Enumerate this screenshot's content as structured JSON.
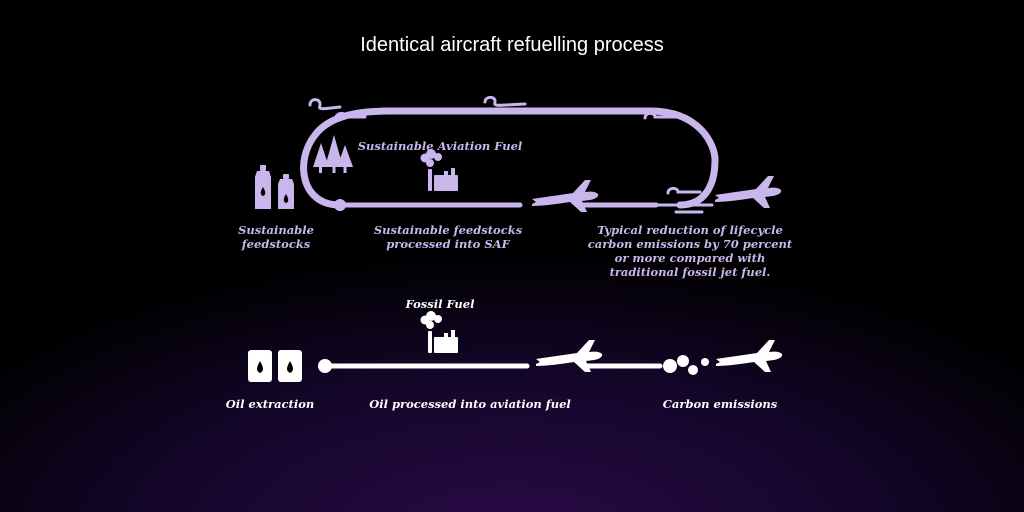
{
  "title": "Identical aircraft refuelling process",
  "colors": {
    "saf": "#c9b6ec",
    "fossil": "#ffffff",
    "background": "#000000",
    "glow": "#2a0a47"
  },
  "saf": {
    "heading": "Sustainable Aviation Fuel",
    "stage1": "Sustainable\nfeedstocks",
    "stage2": "Sustainable feedstocks\nprocessed into SAF",
    "stage3": "Typical reduction of lifecycle\ncarbon emissions by 70 percent\nor more compared with\ntraditional fossil jet fuel."
  },
  "fossil": {
    "heading": "Fossil Fuel",
    "stage1": "Oil extraction",
    "stage2": "Oil processed into aviation fuel",
    "stage3": "Carbon emissions"
  },
  "icons": [
    "trees-icon",
    "bottles-icon",
    "refinery-icon",
    "airplane-icon",
    "wind-icon",
    "oil-barrels-icon",
    "smoke-icon"
  ]
}
